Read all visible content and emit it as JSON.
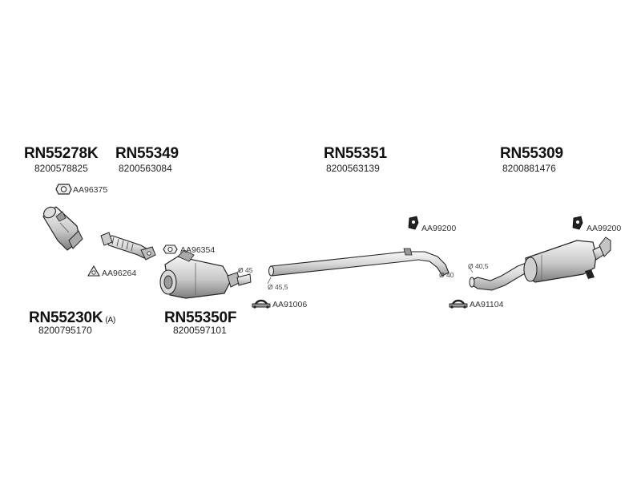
{
  "parts": {
    "rn55278k": {
      "code": "RN55278K",
      "oem": "8200578825"
    },
    "rn55349": {
      "code": "RN55349",
      "oem": "8200563084"
    },
    "rn55351": {
      "code": "RN55351",
      "oem": "8200563139"
    },
    "rn55309": {
      "code": "RN55309",
      "oem": "8200881476"
    },
    "rn55230k": {
      "code": "RN55230K",
      "note": "(A)",
      "oem": "8200795170"
    },
    "rn55350f": {
      "code": "RN55350F",
      "oem": "8200597101"
    }
  },
  "accessories": {
    "aa96375": "AA96375",
    "aa96354": "AA96354",
    "aa96264": "AA96264",
    "aa91006": "AA91006",
    "aa99200_a": "AA99200",
    "aa99200_b": "AA99200",
    "aa91104": "AA91104"
  },
  "dimensions": {
    "d45": "Ø 45",
    "d45_5": "Ø 45,5",
    "d40": "Ø 40",
    "d40_5": "Ø 40,5"
  },
  "colors": {
    "line": "#222222",
    "fill_light": "#e6e6e6",
    "fill_mid": "#bdbdbd",
    "fill_dark": "#8a8a8a"
  }
}
